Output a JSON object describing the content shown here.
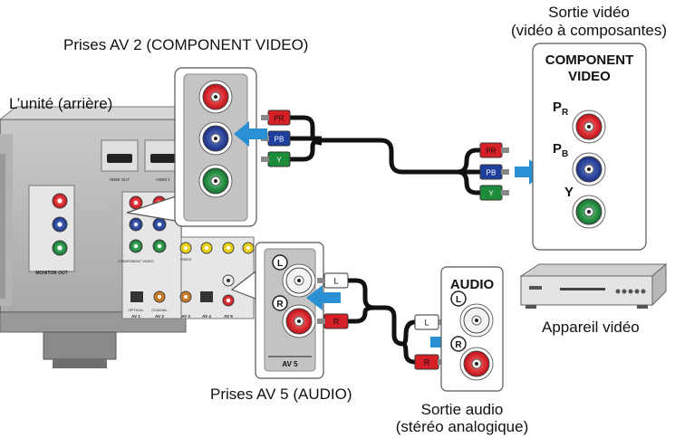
{
  "labels": {
    "unit_rear": "L’unité (arrière)",
    "av2_jacks": "Prises AV 2 (COMPONENT VIDEO)",
    "av5_jacks": "Prises AV 5 (AUDIO)",
    "video_out_line1": "Sortie vidéo",
    "video_out_line2": "(vidéo à composantes)",
    "audio_out_line1": "Sortie audio",
    "audio_out_line2": "(stéréo analogique)",
    "video_device": "Appareil vidéo"
  },
  "video_panel": {
    "title_line1": "COMPONENT",
    "title_line2": "VIDEO",
    "jacks": [
      "PR",
      "PB",
      "Y"
    ]
  },
  "audio_panel": {
    "title": "AUDIO",
    "left": "L",
    "right": "R"
  },
  "av5_panel": {
    "left": "L",
    "right": "R",
    "name": "AV 5"
  },
  "cable_plugs": {
    "component": [
      "PR",
      "PB",
      "Y"
    ],
    "audio": [
      "L",
      "R"
    ]
  },
  "receiver_markings": {
    "hdmi_out": "HDMI OUT",
    "hdmi_1": "HDMI 1",
    "monitor_out": "MONITOR OUT",
    "component_video": "COMPONENT VIDEO",
    "video": "VIDEO",
    "optical": "OPTICAL",
    "coaxial": "COAXIAL",
    "av1": "AV 1",
    "av2": "AV 2",
    "av3": "AV 3",
    "av4": "AV 4",
    "av5": "AV 5"
  },
  "colors": {
    "red": "#d61f26",
    "blue": "#1f3f9e",
    "green": "#1d8c3a",
    "yellow": "#e8d21a",
    "arrow": "#2b8fd4",
    "panel_gray": "#bfbfbf",
    "cable": "#111111"
  }
}
